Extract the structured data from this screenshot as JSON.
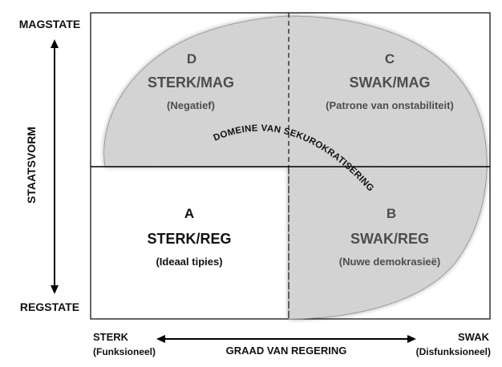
{
  "diagram": {
    "y_axis": {
      "top_label": "MAGSTATE",
      "bottom_label": "REGSTATE",
      "title": "STAATSVORM"
    },
    "x_axis": {
      "left_label": "STERK",
      "left_sublabel": "(Funksioneel)",
      "right_label": "SWAK",
      "right_sublabel": "(Disfunksioneel)",
      "title": "GRAAD VAN REGERING"
    },
    "quadrants": {
      "a": {
        "letter": "A",
        "title": "STERK/REG",
        "subtitle": "(Ideaal tipies)"
      },
      "b": {
        "letter": "B",
        "title": "SWAK/REG",
        "subtitle": "(Nuwe demokrasieë)"
      },
      "c": {
        "letter": "C",
        "title": "SWAK/MAG",
        "subtitle": "(Patrone van onstabiliteit)"
      },
      "d": {
        "letter": "D",
        "title": "STERK/MAG",
        "subtitle": "(Negatief)"
      }
    },
    "domain_label": "DOMEINE VAN SEKUROKRATISERING",
    "colors": {
      "line": "#000000",
      "ellipse_fill": "#d6d6d6",
      "ellipse_speckle": "#9a9a9a",
      "shaded_text": "#4d4d4d",
      "plain_text": "#111111"
    }
  }
}
